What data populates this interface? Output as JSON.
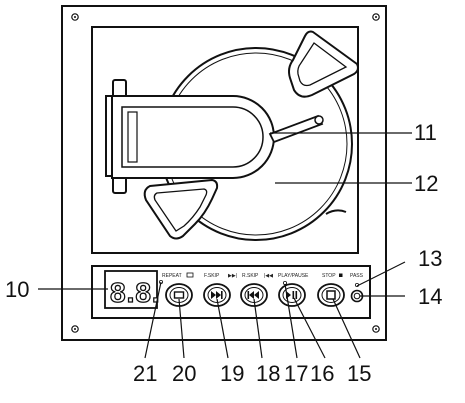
{
  "display": {
    "digits": "8.8."
  },
  "button_labels": {
    "repeat": "REPEAT",
    "fskip": "F.SKIP",
    "rskip": "R.SKIP",
    "play_pause": "PLAY/PAUSE",
    "stop": "STOP",
    "pass": "PASS"
  },
  "callouts": {
    "c10": "10",
    "c11": "11",
    "c12": "12",
    "c13": "13",
    "c14": "14",
    "c15": "15",
    "c16": "16",
    "c17": "17",
    "c18": "18",
    "c19": "19",
    "c20": "20",
    "c21": "21"
  }
}
